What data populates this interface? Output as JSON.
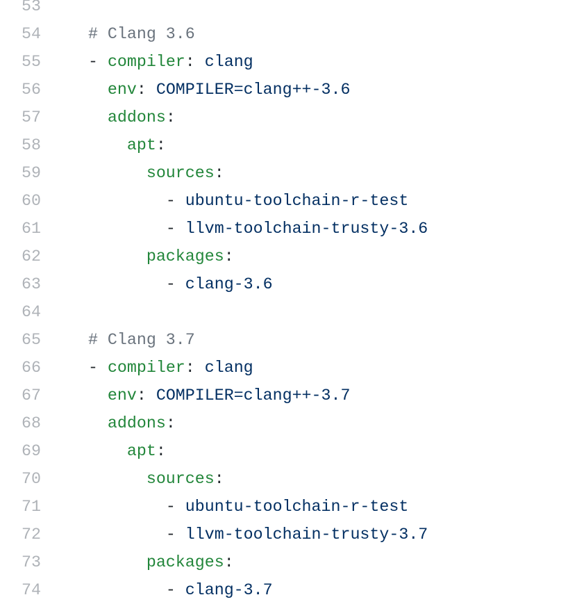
{
  "lines": [
    {
      "number": "53",
      "indent": "",
      "dash": "",
      "comment": "",
      "key": "",
      "colon": "",
      "value": ""
    },
    {
      "number": "54",
      "indent": "  ",
      "dash": "",
      "comment": "# Clang 3.6",
      "key": "",
      "colon": "",
      "value": ""
    },
    {
      "number": "55",
      "indent": "  ",
      "dash": "- ",
      "comment": "",
      "key": "compiler",
      "colon": ": ",
      "value": "clang"
    },
    {
      "number": "56",
      "indent": "    ",
      "dash": "",
      "comment": "",
      "key": "env",
      "colon": ": ",
      "value": "COMPILER=clang++-3.6"
    },
    {
      "number": "57",
      "indent": "    ",
      "dash": "",
      "comment": "",
      "key": "addons",
      "colon": ":",
      "value": ""
    },
    {
      "number": "58",
      "indent": "      ",
      "dash": "",
      "comment": "",
      "key": "apt",
      "colon": ":",
      "value": ""
    },
    {
      "number": "59",
      "indent": "        ",
      "dash": "",
      "comment": "",
      "key": "sources",
      "colon": ":",
      "value": ""
    },
    {
      "number": "60",
      "indent": "          ",
      "dash": "- ",
      "comment": "",
      "key": "",
      "colon": "",
      "value": "ubuntu-toolchain-r-test"
    },
    {
      "number": "61",
      "indent": "          ",
      "dash": "- ",
      "comment": "",
      "key": "",
      "colon": "",
      "value": "llvm-toolchain-trusty-3.6"
    },
    {
      "number": "62",
      "indent": "        ",
      "dash": "",
      "comment": "",
      "key": "packages",
      "colon": ":",
      "value": ""
    },
    {
      "number": "63",
      "indent": "          ",
      "dash": "- ",
      "comment": "",
      "key": "",
      "colon": "",
      "value": "clang-3.6"
    },
    {
      "number": "64",
      "indent": "",
      "dash": "",
      "comment": "",
      "key": "",
      "colon": "",
      "value": ""
    },
    {
      "number": "65",
      "indent": "  ",
      "dash": "",
      "comment": "# Clang 3.7",
      "key": "",
      "colon": "",
      "value": ""
    },
    {
      "number": "66",
      "indent": "  ",
      "dash": "- ",
      "comment": "",
      "key": "compiler",
      "colon": ": ",
      "value": "clang"
    },
    {
      "number": "67",
      "indent": "    ",
      "dash": "",
      "comment": "",
      "key": "env",
      "colon": ": ",
      "value": "COMPILER=clang++-3.7"
    },
    {
      "number": "68",
      "indent": "    ",
      "dash": "",
      "comment": "",
      "key": "addons",
      "colon": ":",
      "value": ""
    },
    {
      "number": "69",
      "indent": "      ",
      "dash": "",
      "comment": "",
      "key": "apt",
      "colon": ":",
      "value": ""
    },
    {
      "number": "70",
      "indent": "        ",
      "dash": "",
      "comment": "",
      "key": "sources",
      "colon": ":",
      "value": ""
    },
    {
      "number": "71",
      "indent": "          ",
      "dash": "- ",
      "comment": "",
      "key": "",
      "colon": "",
      "value": "ubuntu-toolchain-r-test"
    },
    {
      "number": "72",
      "indent": "          ",
      "dash": "- ",
      "comment": "",
      "key": "",
      "colon": "",
      "value": "llvm-toolchain-trusty-3.7"
    },
    {
      "number": "73",
      "indent": "        ",
      "dash": "",
      "comment": "",
      "key": "packages",
      "colon": ":",
      "value": ""
    },
    {
      "number": "74",
      "indent": "          ",
      "dash": "- ",
      "comment": "",
      "key": "",
      "colon": "",
      "value": "clang-3.7"
    }
  ]
}
